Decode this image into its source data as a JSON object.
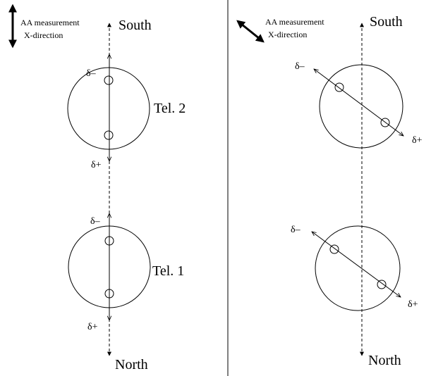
{
  "left_panel": {
    "legend": {
      "line1": "AA measurement",
      "line2": "X-direction"
    },
    "direction_top": "South",
    "direction_bottom": "North",
    "telescopes": [
      {
        "label": "Tel. 2",
        "delta_minus": "δ–",
        "delta_plus": "δ+"
      },
      {
        "label": "Tel. 1",
        "delta_minus": "δ–",
        "delta_plus": "δ+"
      }
    ]
  },
  "right_panel": {
    "legend": {
      "line1": "AA measurement",
      "line2": "X-direction"
    },
    "direction_top": "South",
    "direction_bottom": "North",
    "telescopes": [
      {
        "delta_minus": "δ–",
        "delta_plus": "δ+"
      },
      {
        "delta_minus": "δ–",
        "delta_plus": "δ+"
      }
    ]
  }
}
